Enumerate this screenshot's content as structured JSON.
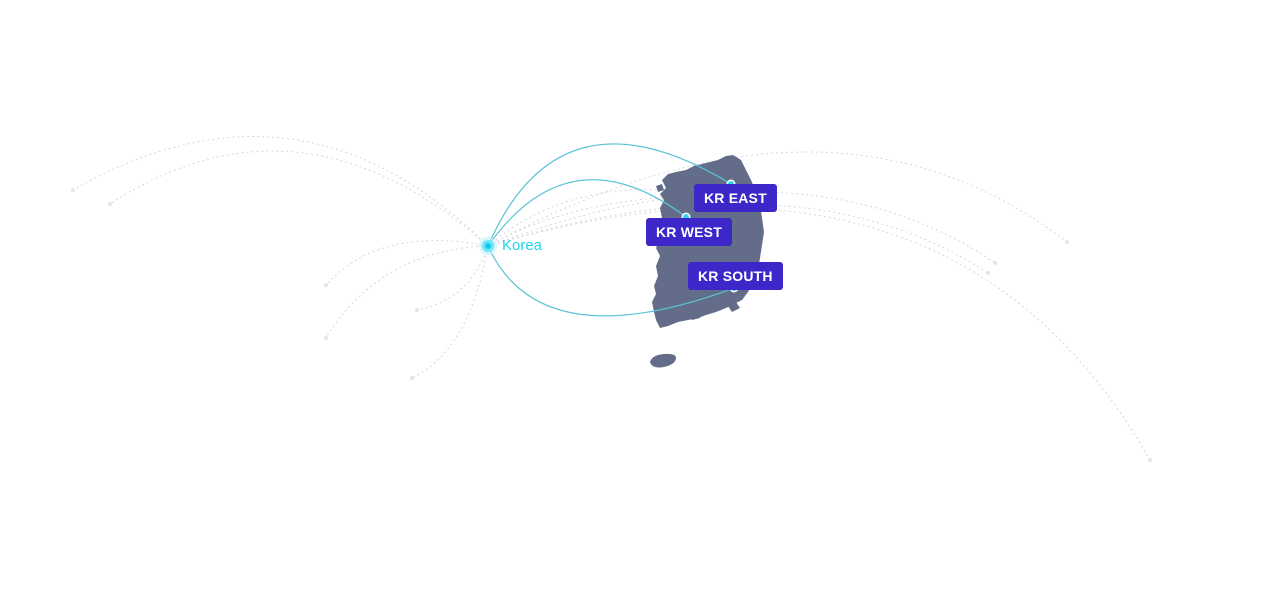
{
  "map": {
    "hub": {
      "label": "Korea",
      "color": "#1fd6ee"
    },
    "regions": [
      {
        "id": "east",
        "label": "KR EAST"
      },
      {
        "id": "west",
        "label": "KR WEST"
      },
      {
        "id": "south",
        "label": "KR SOUTH"
      }
    ],
    "colors": {
      "land": "#636d8a",
      "tag_background": "#3d27c9",
      "tag_text": "#ffffff",
      "active_route": "#5bc3d6",
      "inactive_route": "#d4d7dc",
      "region_dot": "#2fd4f2"
    }
  }
}
